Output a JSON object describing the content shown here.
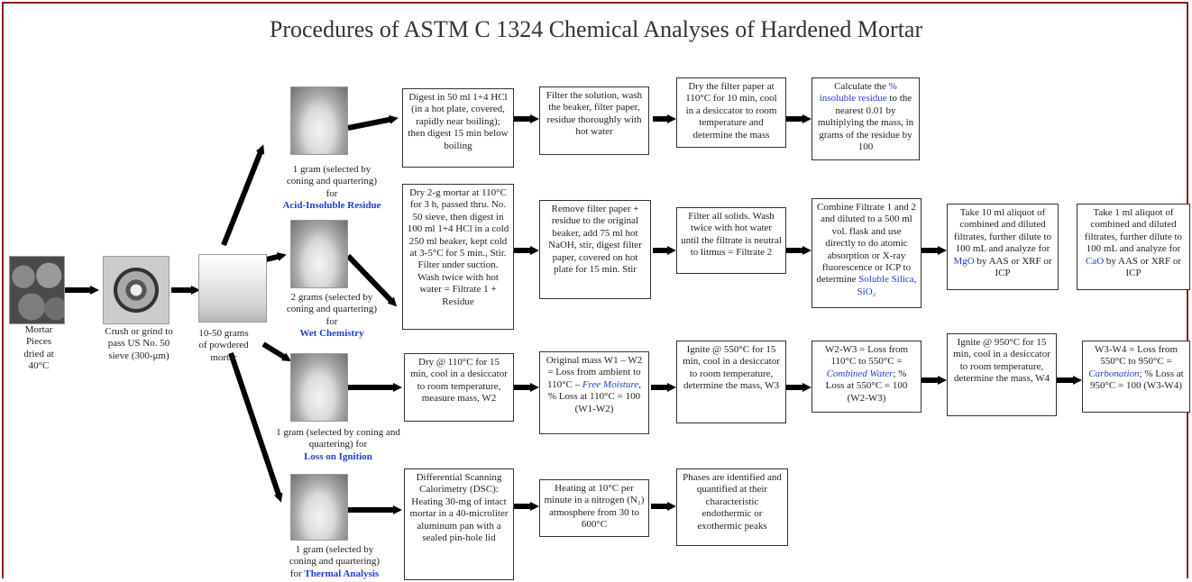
{
  "title": "Procedures of ASTM C 1324 Chemical Analyses of Hardened Mortar",
  "left": {
    "mortar_pieces": "Mortar Pieces dried at 40°C",
    "crush": "Crush or grind to pass US No. 50 sieve (300-μm)",
    "powdered": "10-50 grams of powdered mortar"
  },
  "branches": {
    "acid": {
      "caption": "1 gram (selected by coning and quartering) for",
      "label": "Acid-Insoluble Residue",
      "step1": "Digest in 50 ml 1+4 HCl (in a hot plate, covered, rapidly near boiling); then digest 15 min below boiling",
      "step2": "Filter the solution, wash the beaker, filter paper, residue thoroughly with hot water",
      "step3": "Dry the filter paper at 110°C for 10 min, cool in a desiccator to room temperature and determine the mass",
      "step4_a": "Calculate the",
      "step4_b": "% insoluble residue",
      "step4_c": "to the nearest 0.01 by multiplying the mass, in grams of the residue by 100"
    },
    "wet": {
      "caption": "2 grams (selected by coning and quartering) for",
      "label": "Wet Chemistry",
      "step1": "Dry 2-g mortar at 110°C for 3 h, passed thru. No. 50 sieve, then digest in 100 ml 1+4 HCl in a cold 250 ml beaker, kept cold at 3-5°C for 5 min., Stir. Filter under suction. Wash twice with hot water = Filtrate 1 + Residue",
      "step2": "Remove filter paper + residue to the original beaker, add 75 ml hot NaOH, stir, digest filter paper, covered on hot plate for 15 min. Stir",
      "step3": "Filter all solids. Wash twice with hot water until the filtrate is neutral to litmus = Filtrate 2",
      "step4_a": "Combine Filtrate 1 and 2 and diluted to a 500 ml vol. flask and use directly to do atomic absorption or X-ray fluorescence or ICP to determine",
      "step4_b": "Soluble Silica, SiO₂",
      "step5_a": "Take 10 ml aliquot of combined and diluted filtrates, further dilute to 100 mL and analyze for",
      "step5_b": "MgO",
      "step5_c": "by AAS or XRF or ICP",
      "step6_a": "Take 1 ml aliquot of combined and diluted filtrates, further dilute to 100 mL and analyze for",
      "step6_b": "CaO",
      "step6_c": "by AAS or XRF or ICP"
    },
    "loi": {
      "caption": "1 gram (selected by coning and quartering) for",
      "label": "Loss on Ignition",
      "step1": "Dry @ 110°C for 15 min, cool in a desiccator to room temperature, measure mass, W2",
      "step2_a": "Original mass W1 – W2 = Loss from ambient to 110°C –",
      "step2_b": "Free Moisture",
      "step2_c": ", % Loss at 110°C = 100 (W1-W2)",
      "step3": "Ignite @ 550°C for 15 min, cool in a desiccator to room temperature, determine the mass, W3",
      "step4_a": "W2-W3 = Loss from 110°C to 550°C =",
      "step4_b": "Combined Water",
      "step4_c": "; % Loss at 550°C = 100 (W2-W3)",
      "step5": "Ignite @ 950°C for 15 min, cool in a desiccator to room temperature, determine the mass, W4",
      "step6_a": "W3-W4 = Loss from 550°C to 950°C =",
      "step6_b": "Carbonation",
      "step6_c": "; % Loss at 950°C = 100 (W3-W4)"
    },
    "thermal": {
      "caption": "1 gram (selected by coning and quartering)",
      "caption_for": "for",
      "label": "Thermal Analysis",
      "step1": "Differential Scanning Calorimetry (DSC): Heating 30-mg of intact mortar in a 40-microliter aluminum pan with a sealed pin-hole lid",
      "step2": "Heating at 10°C per minute in a nitrogen (N₂) atmosphere from 30 to 600°C",
      "step3": "Phases are identified and quantified at their characteristic endothermic or exothermic peaks"
    }
  },
  "colors": {
    "border": "#8b1a1a",
    "accent": "#1f3fd0",
    "arrow": "#000000"
  }
}
